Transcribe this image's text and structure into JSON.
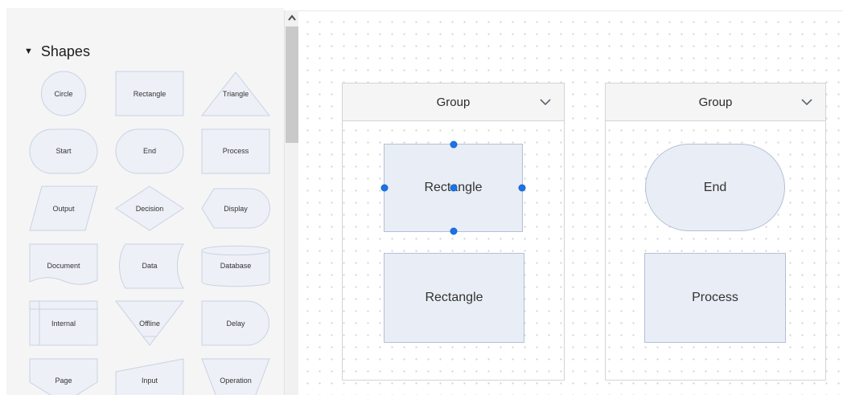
{
  "sidebar": {
    "header": {
      "icon": "▼",
      "label": "Shapes"
    },
    "shapes": [
      {
        "label": "Circle"
      },
      {
        "label": "Rectangle"
      },
      {
        "label": "Triangle"
      },
      {
        "label": "Start"
      },
      {
        "label": "End"
      },
      {
        "label": "Process"
      },
      {
        "label": "Output"
      },
      {
        "label": "Decision"
      },
      {
        "label": "Display"
      },
      {
        "label": "Document"
      },
      {
        "label": "Data"
      },
      {
        "label": "Database"
      },
      {
        "label": "Internal"
      },
      {
        "label": "Offline"
      },
      {
        "label": "Delay"
      },
      {
        "label": "Page"
      },
      {
        "label": "Input"
      },
      {
        "label": "Operation"
      }
    ]
  },
  "canvas": {
    "groups": [
      {
        "title": "Group",
        "shapes": [
          {
            "label": "Rectangle",
            "selected": true
          },
          {
            "label": "Rectangle"
          }
        ]
      },
      {
        "title": "Group",
        "shapes": [
          {
            "label": "End"
          },
          {
            "label": "Process"
          }
        ]
      }
    ]
  },
  "colors": {
    "selection_handle": "#1a73e8",
    "node_fill": "#e9edf5",
    "node_border": "#b3c0d8",
    "sidebar_bg": "#f5f5f5",
    "group_header_bg": "#f5f5f5"
  }
}
